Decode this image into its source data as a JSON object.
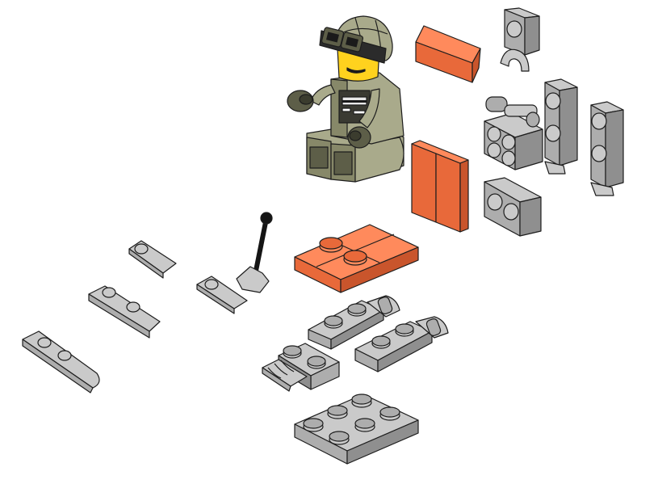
{
  "page": {
    "description_visible_text": ""
  },
  "palette": {
    "gray_light": "#c9c9c9",
    "gray_mid": "#a9a9a9",
    "gray_dark": "#8c8c8c",
    "orange_top": "#ff8a5c",
    "orange_side": "#e96a3a",
    "olive_light": "#a8a98a",
    "olive_mid": "#86876a",
    "olive_dark": "#5f6049",
    "yellow": "#ffd21e",
    "black": "#151515",
    "outline": "#1d1d1d"
  },
  "parts": [
    {
      "name": "minifigure-soldier",
      "color": "olive"
    },
    {
      "name": "tile-1x2-orange",
      "color": "orange"
    },
    {
      "name": "brick-1x2-orange-pair",
      "color": "orange"
    },
    {
      "name": "plate-2x2-orange",
      "color": "orange"
    },
    {
      "name": "plate-1x1-clip-gray",
      "color": "gray"
    },
    {
      "name": "plate-1x2-with-clips-gray",
      "color": "gray"
    },
    {
      "name": "plate-1x2-vertical-clip-gray",
      "color": "gray"
    },
    {
      "name": "plate-1x2-gray",
      "color": "gray"
    },
    {
      "name": "joystick-lever",
      "color": "black"
    },
    {
      "name": "hinge-plate-gray",
      "color": "gray"
    },
    {
      "name": "plate-2x2-finger-hinge-gray",
      "color": "gray"
    },
    {
      "name": "plate-2x3-gray",
      "color": "gray"
    },
    {
      "name": "wing-wedge-gray",
      "color": "gray"
    }
  ]
}
